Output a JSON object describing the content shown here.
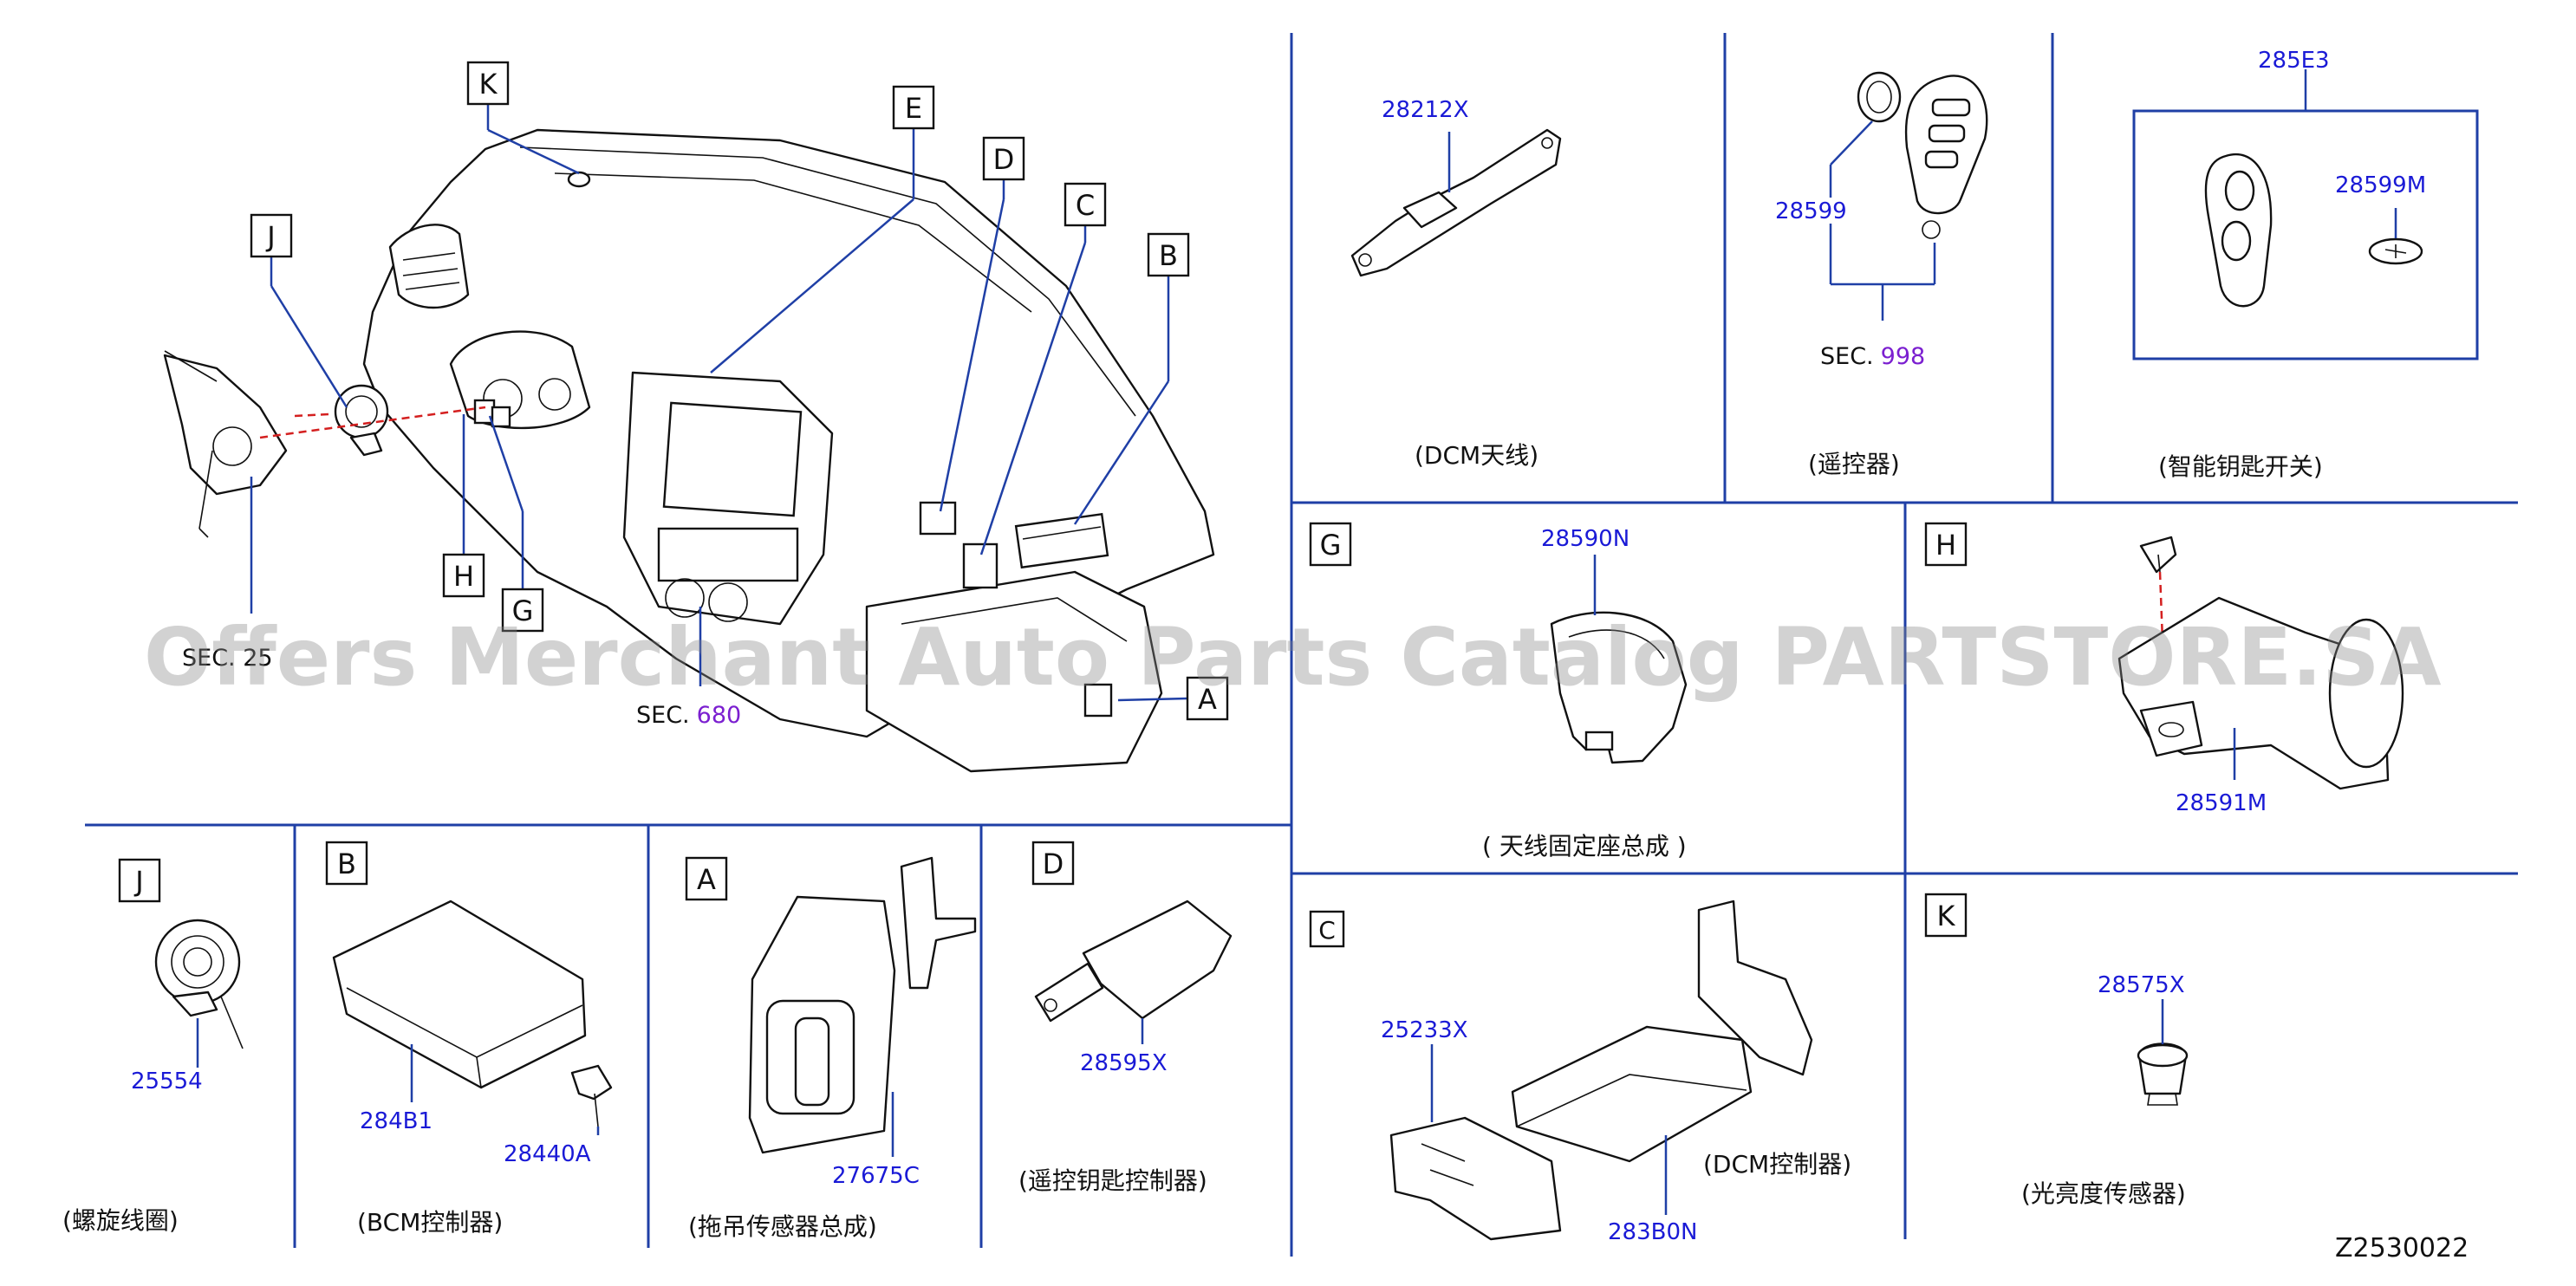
{
  "diagram_code": "Z2530022",
  "watermark": "Offers Merchant Auto Parts Catalog PARTSTORE.SA",
  "overview": {
    "callouts": [
      "K",
      "E",
      "D",
      "C",
      "B",
      "J",
      "H",
      "G",
      "A"
    ],
    "sec_partial": "SEC. 25",
    "sec_680_prefix": "SEC.",
    "sec_680_number": "680"
  },
  "panels": {
    "dcm_antenna": {
      "part_no": "28212X",
      "caption": "(DCM天线)"
    },
    "remote": {
      "part_no": "28599",
      "sec_prefix": "SEC.",
      "sec_number": "998",
      "caption": "(遥控器)"
    },
    "smart_key": {
      "part_no_frame": "285E3",
      "part_no_battery": "28599M",
      "caption": "(智能钥匙开关)"
    },
    "g": {
      "label": "G",
      "part_no": "28590N",
      "caption": "( 天线固定座总成 )"
    },
    "h": {
      "label": "H",
      "part_no": "28591M"
    },
    "c": {
      "label": "C",
      "part_no_bracket": "25233X",
      "part_no_unit": "283B0N",
      "caption": "(DCM控制器)"
    },
    "k": {
      "label": "K",
      "part_no": "28575X",
      "caption": "(光亮度传感器)"
    },
    "j": {
      "label": "J",
      "part_no": "25554",
      "caption": "(螺旋线圈)"
    },
    "b": {
      "label": "B",
      "part_no_unit": "284B1",
      "part_no_bolt": "28440A",
      "caption": "(BCM控制器)"
    },
    "a": {
      "label": "A",
      "part_no": "27675C",
      "caption": "(拖吊传感器总成)"
    },
    "d": {
      "label": "D",
      "part_no": "28595X",
      "caption": "(遥控钥匙控制器)"
    }
  }
}
